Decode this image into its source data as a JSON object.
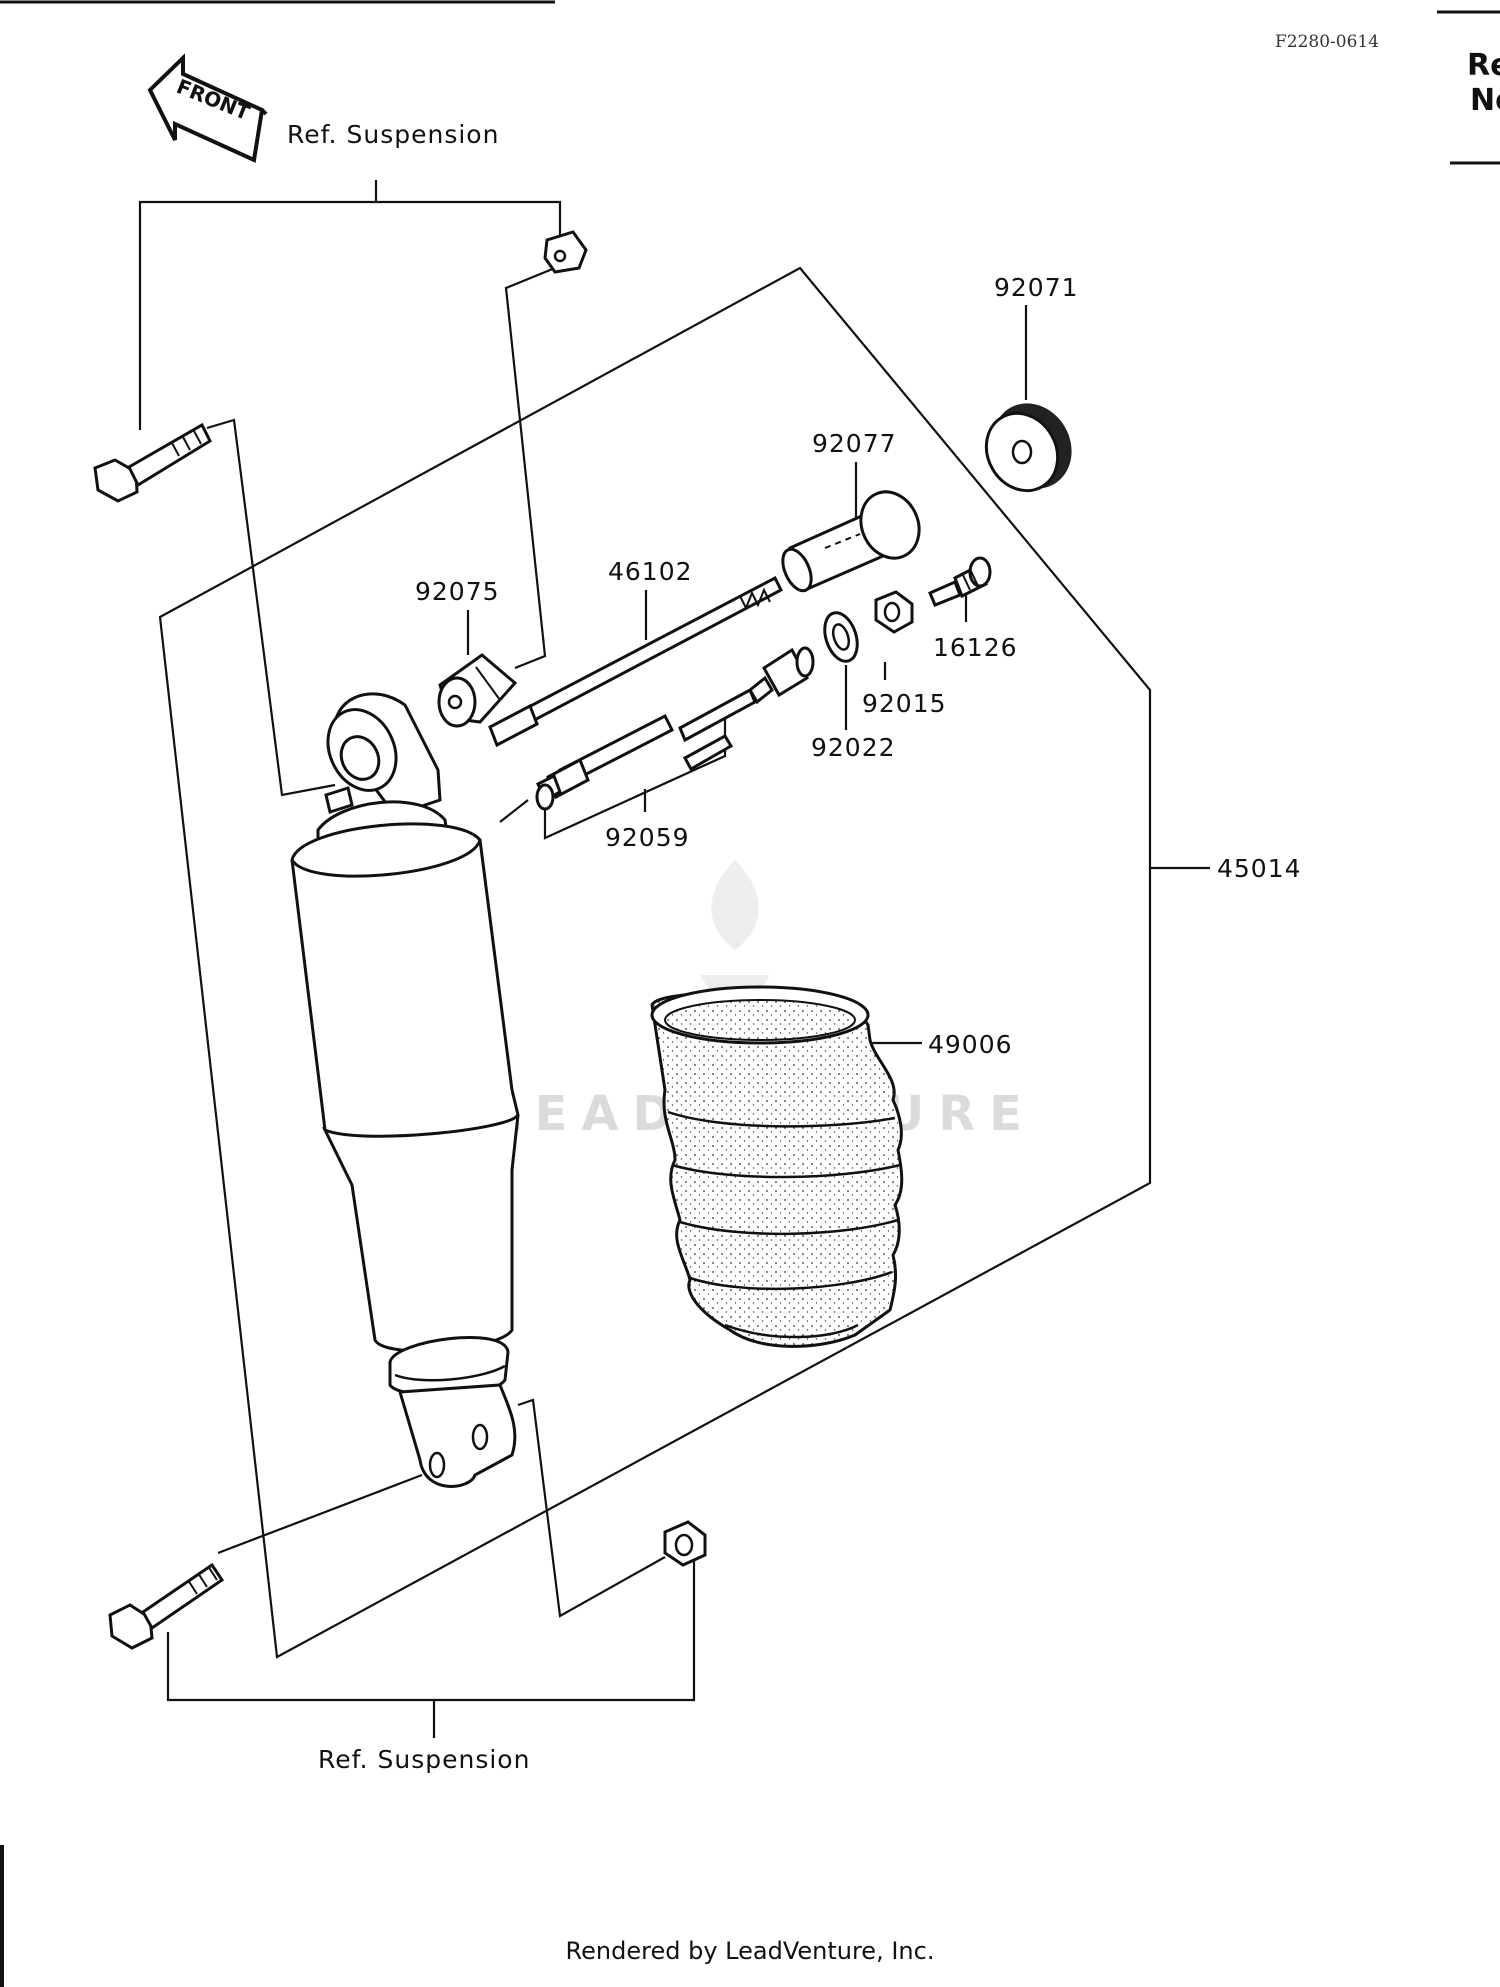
{
  "diagram_code": "F2280-0614",
  "edge_text": [
    "Re",
    "No"
  ],
  "front_arrow_label": "FRONT",
  "ref_top": "Ref. Suspension",
  "ref_bottom": "Ref. Suspension",
  "watermark": "LEADVENTURE",
  "parts": {
    "p92071": "92071",
    "p92077": "92077",
    "p46102": "46102",
    "p92075": "92075",
    "p16126": "16126",
    "p92015": "92015",
    "p92022": "92022",
    "p92059": "92059",
    "p45014": "45014",
    "p49006": "49006"
  },
  "footer": "Rendered by LeadVenture, Inc."
}
